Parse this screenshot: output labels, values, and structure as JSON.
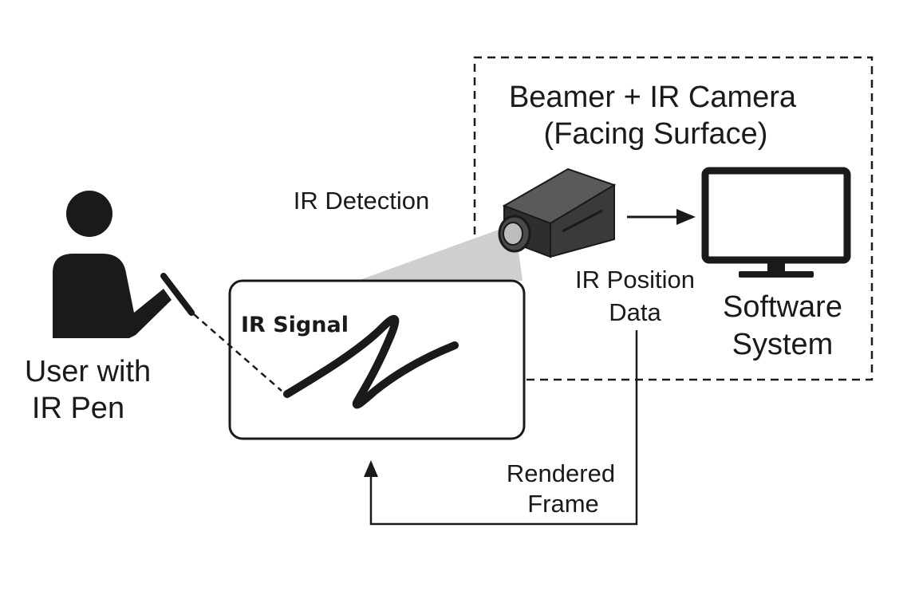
{
  "labels": {
    "camera_title_line1": "Beamer + IR Camera",
    "camera_title_line2": "(Facing Surface)",
    "ir_detection": "IR Detection",
    "ir_position_line1": "IR Position",
    "ir_position_line2": "Data",
    "software_line1": "Software",
    "software_line2": "System",
    "user_line1": "User with",
    "user_line2": "IR Pen",
    "ir_signal": "IR Signal",
    "rendered_line1": "Rendered",
    "rendered_line2": "Frame"
  },
  "icons": {
    "user": "person-with-pen-icon",
    "camera": "ir-camera-icon",
    "monitor": "monitor-icon"
  },
  "colors": {
    "ink": "#1a1a1a",
    "beam": "#cfcfcf",
    "camera_body": "#3a3a3a",
    "background": "#ffffff"
  }
}
